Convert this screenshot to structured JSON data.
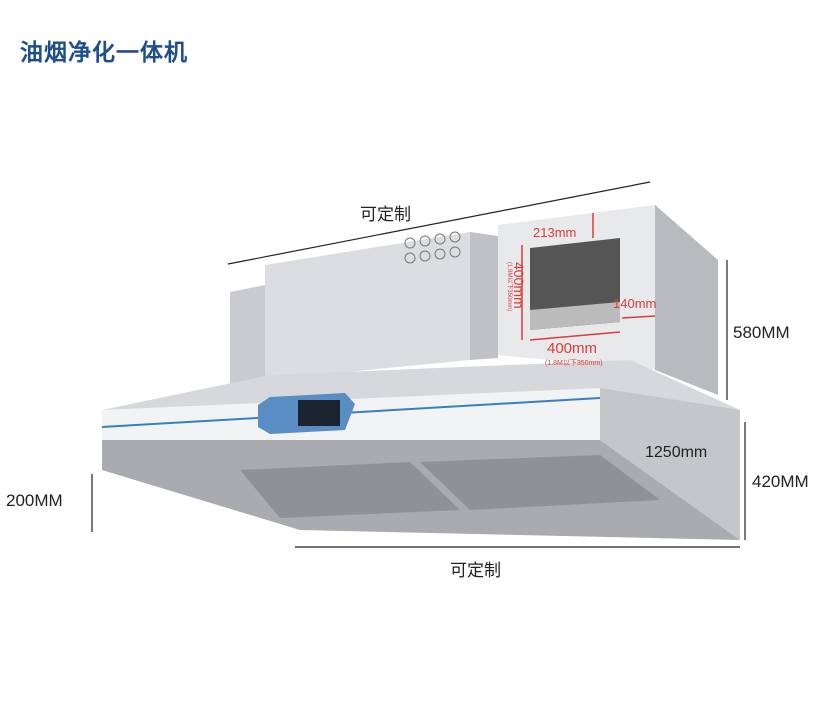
{
  "title": "油烟净化一体机",
  "dimensions": {
    "top_width": "可定制",
    "bottom_width": "可定制",
    "upper_height": "580MM",
    "hood_height": "420MM",
    "front_height": "200MM",
    "depth": "1250mm"
  },
  "outlet": {
    "top_offset": "213mm",
    "height": "400mm",
    "height_note": "(1.8M以下350mm)",
    "width": "400mm",
    "width_note": "(1.8M以下350mm)",
    "side_offset": "140mm"
  },
  "colors": {
    "title": "#1f4e8c",
    "annotation": "#e03a3a",
    "accent": "#3a7fc0"
  }
}
